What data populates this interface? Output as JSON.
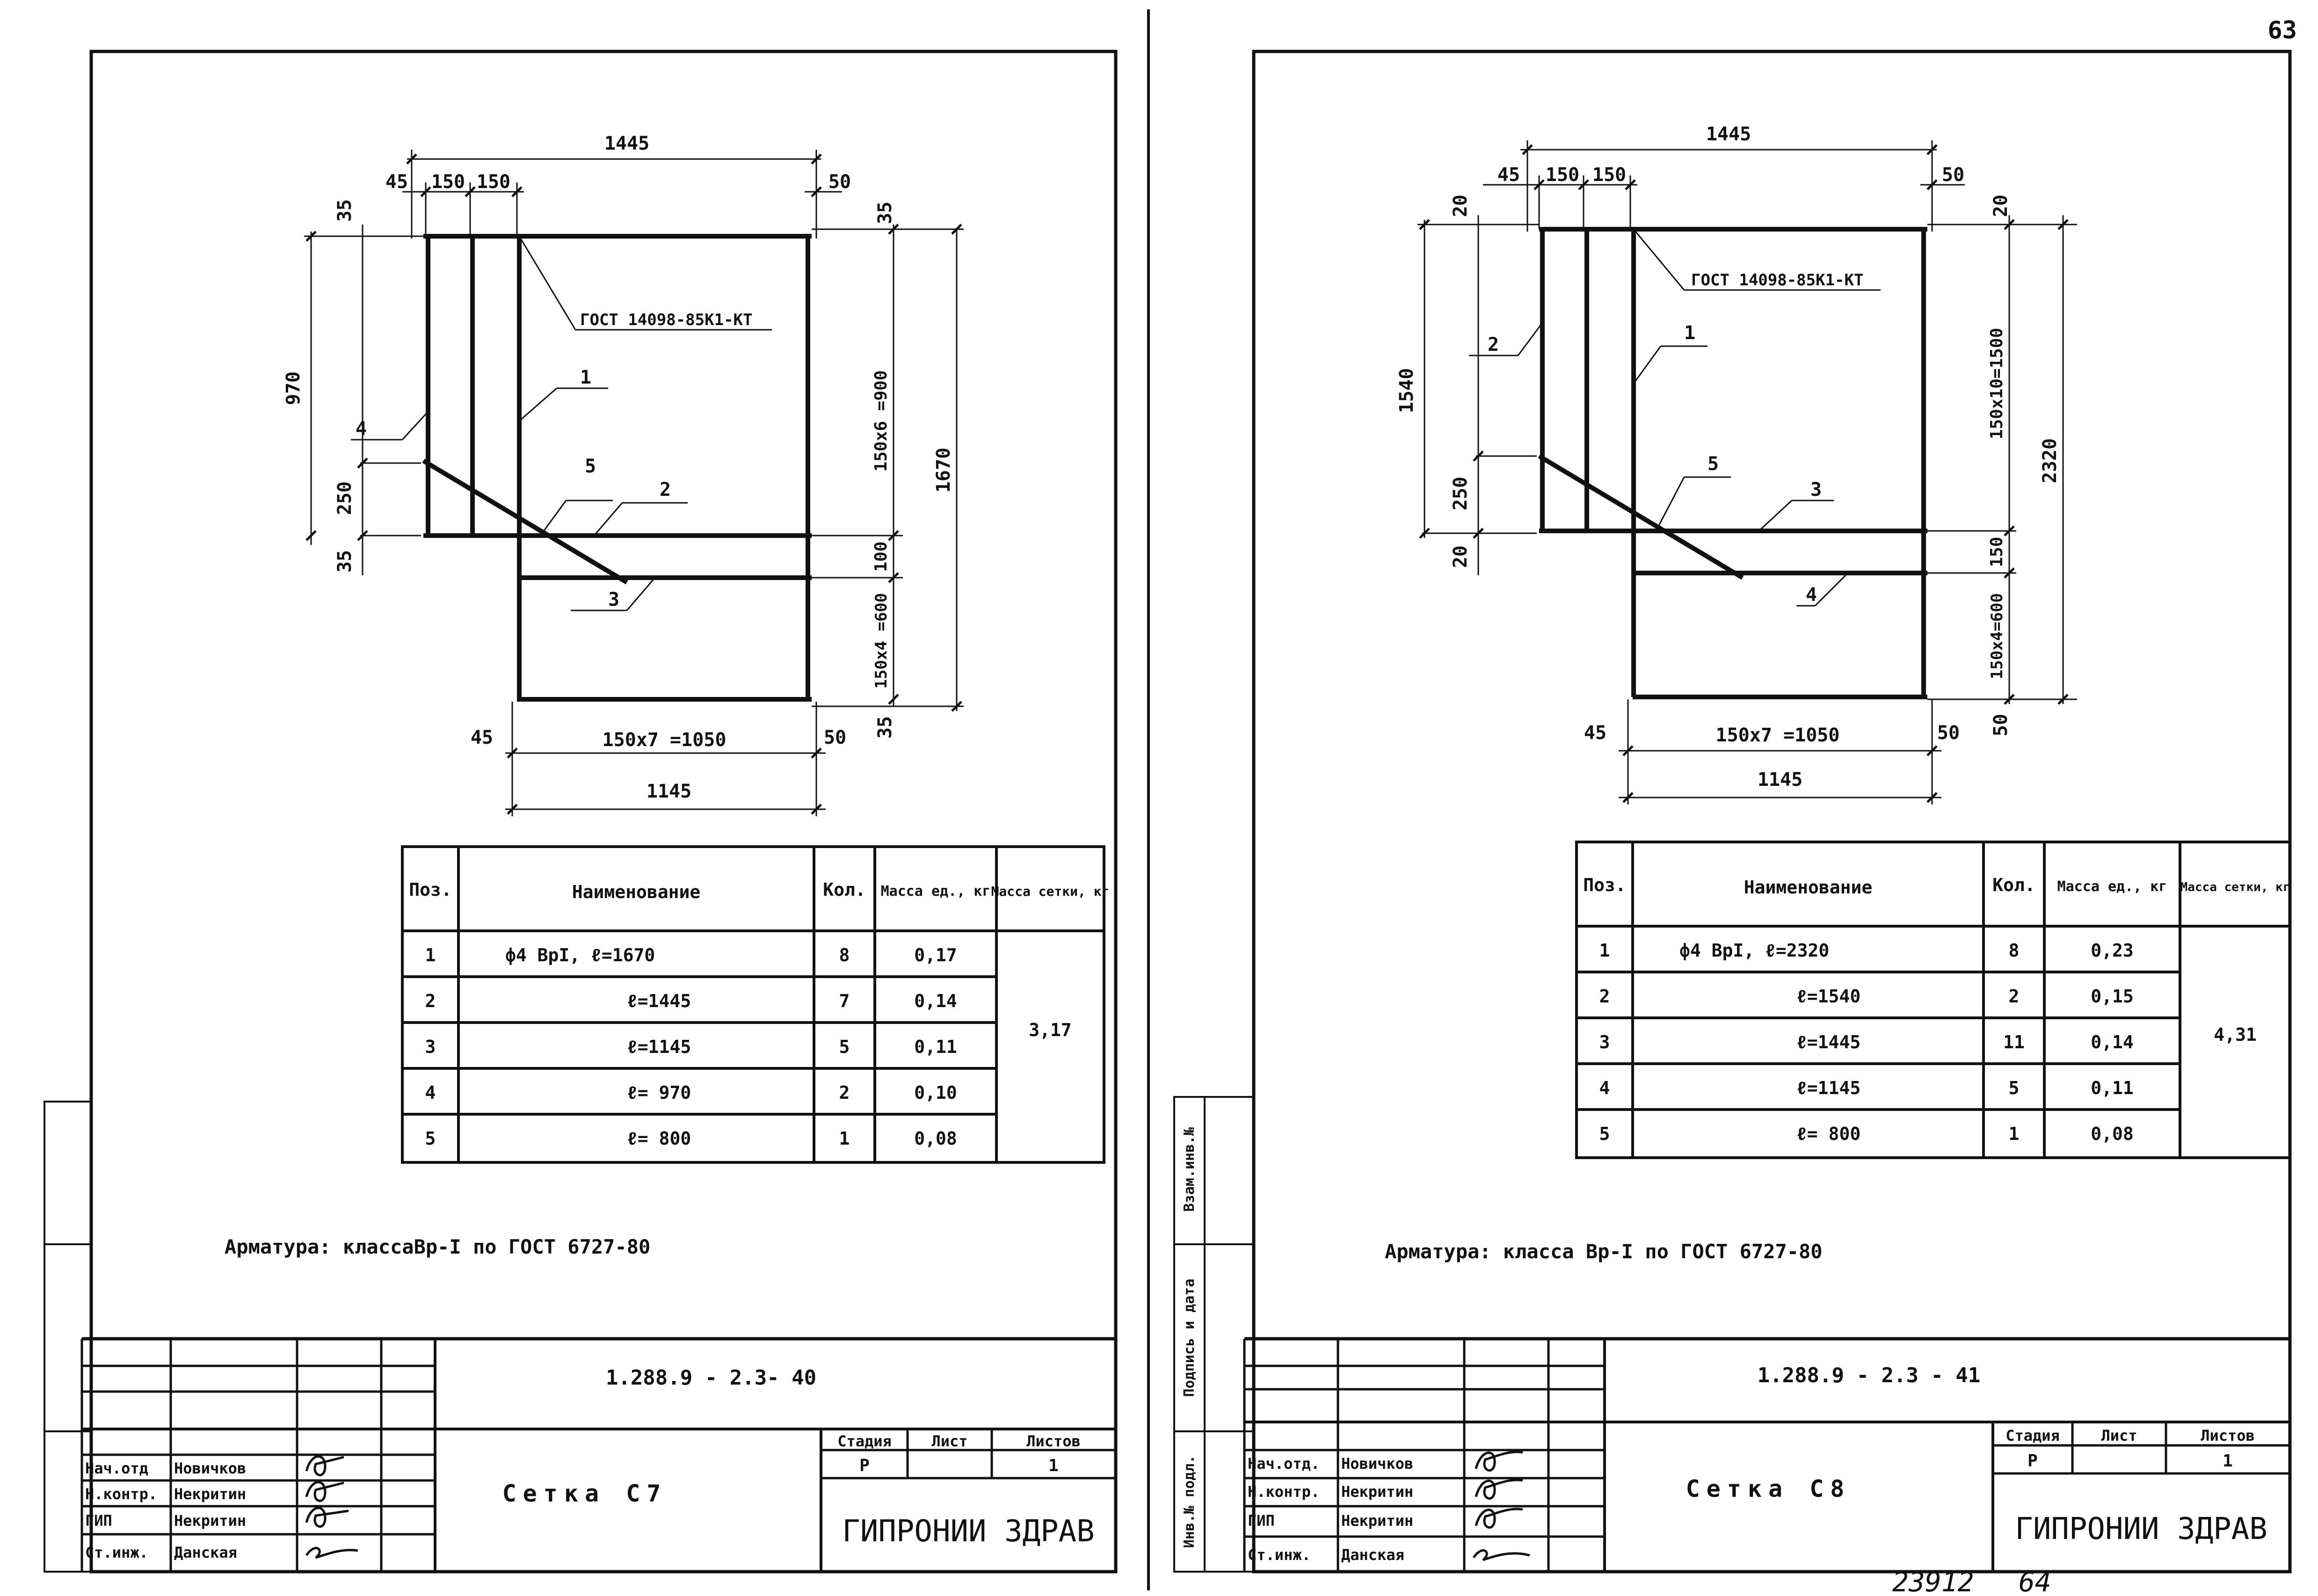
{
  "page_number": "63",
  "footer_number": "23912",
  "footer_page": "64",
  "sheets": [
    {
      "drawing": {
        "dims_top": {
          "total": "1445",
          "d45": "45",
          "d150a": "150",
          "d150b": "150",
          "d50": "50"
        },
        "dims_left": {
          "d35_top": "35",
          "d970": "970",
          "d250": "250",
          "d35_bot": "35"
        },
        "dims_right": {
          "d35_top": "35",
          "d900": "150x6 =900",
          "d100": "100",
          "d600": "150x4 =600",
          "d35_bot": "35",
          "total": "1670"
        },
        "dims_bottom": {
          "d45": "45",
          "d1050": "150x7 =1050",
          "d50": "50",
          "total": "1145"
        },
        "gost_note": "ГОСТ 14098-85К1-КТ",
        "callouts": {
          "c1": "1",
          "c2": "2",
          "c3": "3",
          "c4": "4",
          "c5": "5"
        }
      },
      "spec": {
        "headers": {
          "pos": "Поз.",
          "name": "Наименование",
          "qty": "Кол.",
          "mass_unit": "Масса ед., кг",
          "mass_mesh": "Масса сетки, кг"
        },
        "rows": [
          {
            "pos": "1",
            "name": "ф4 ВрI,  ℓ=1670",
            "qty": "8",
            "mass": "0,17"
          },
          {
            "pos": "2",
            "name": "ℓ=1445",
            "qty": "7",
            "mass": "0,14"
          },
          {
            "pos": "3",
            "name": "ℓ=1145",
            "qty": "5",
            "mass": "0,11"
          },
          {
            "pos": "4",
            "name": "ℓ= 970",
            "qty": "2",
            "mass": "0,10"
          },
          {
            "pos": "5",
            "name": "ℓ= 800",
            "qty": "1",
            "mass": "0,08"
          }
        ],
        "total_mass": "3,17"
      },
      "armature_note": "Арматура: классаВр-I по ГОСТ 6727-80",
      "stamp": {
        "code": "1.288.9 - 2.3- 40",
        "title": "Сетка С7",
        "stage_label": "Стадия",
        "sheet_label": "Лист",
        "sheets_label": "Листов",
        "stage": "Р",
        "sheets": "1",
        "org": "ГИПРОНИИ ЗДРАВ",
        "people": [
          {
            "role": "Нач.отд",
            "name": "Новичков"
          },
          {
            "role": "Н.контр.",
            "name": "Некритин"
          },
          {
            "role": "ГИП",
            "name": "Некритин"
          },
          {
            "role": "Ст.инж.",
            "name": "Данская"
          }
        ]
      }
    },
    {
      "drawing": {
        "dims_top": {
          "total": "1445",
          "d45": "45",
          "d150a": "150",
          "d150b": "150",
          "d50": "50"
        },
        "dims_left": {
          "d20_top": "20",
          "d1540": "1540",
          "d250": "250",
          "d20_bot": "20"
        },
        "dims_right": {
          "d20_top": "20",
          "d1500": "150x10=1500",
          "d150": "150",
          "d600": "150x4=600",
          "d50_bot": "50",
          "total": "2320"
        },
        "dims_bottom": {
          "d45": "45",
          "d1050": "150x7 =1050",
          "d50": "50",
          "total": "1145"
        },
        "gost_note": "ГОСТ 14098-85К1-КТ",
        "callouts": {
          "c1": "1",
          "c2": "2",
          "c3": "3",
          "c4": "4",
          "c5": "5"
        }
      },
      "spec": {
        "headers": {
          "pos": "Поз.",
          "name": "Наименование",
          "qty": "Кол.",
          "mass_unit": "Масса ед., кг",
          "mass_mesh": "Масса сетки, кг"
        },
        "rows": [
          {
            "pos": "1",
            "name": "ф4 ВрI,  ℓ=2320",
            "qty": "8",
            "mass": "0,23"
          },
          {
            "pos": "2",
            "name": "ℓ=1540",
            "qty": "2",
            "mass": "0,15"
          },
          {
            "pos": "3",
            "name": "ℓ=1445",
            "qty": "11",
            "mass": "0,14"
          },
          {
            "pos": "4",
            "name": "ℓ=1145",
            "qty": "5",
            "mass": "0,11"
          },
          {
            "pos": "5",
            "name": "ℓ= 800",
            "qty": "1",
            "mass": "0,08"
          }
        ],
        "total_mass": "4,31"
      },
      "armature_note": "Арматура: класса Вр-I по ГОСТ 6727-80",
      "side_labels": {
        "inv_orig": "Инв.№ подл.",
        "sign_date": "Подпись и дата",
        "inv_replace": "Взам.инв.№"
      },
      "stamp": {
        "code": "1.288.9 - 2.3 - 41",
        "title": "Сетка С8",
        "stage_label": "Стадия",
        "sheet_label": "Лист",
        "sheets_label": "Листов",
        "stage": "Р",
        "sheets": "1",
        "org": "ГИПРОНИИ ЗДРАВ",
        "people": [
          {
            "role": "Нач.отд.",
            "name": "Новичков"
          },
          {
            "role": "Н.контр.",
            "name": "Некритин"
          },
          {
            "role": "ГИП",
            "name": "Некритин"
          },
          {
            "role": "Ст.инж.",
            "name": "Данская"
          }
        ]
      }
    }
  ]
}
